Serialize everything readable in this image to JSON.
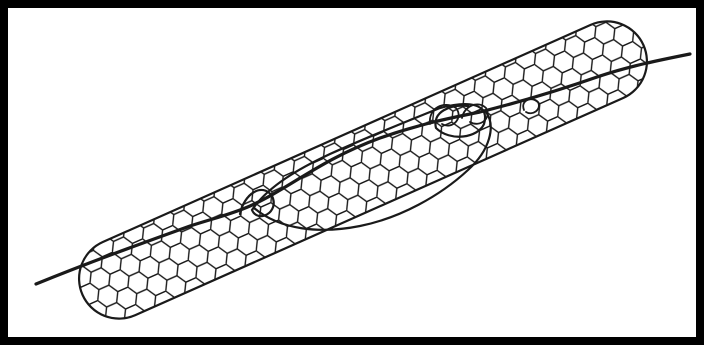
{
  "figure": {
    "border_color": "#000000",
    "background_color": "#ffffff",
    "stroke_color": "#1a1a1a"
  },
  "shapes": {
    "tube": "capsule",
    "lattice": "hexagonal",
    "strands": [
      "straight-wavy",
      "looping"
    ]
  }
}
